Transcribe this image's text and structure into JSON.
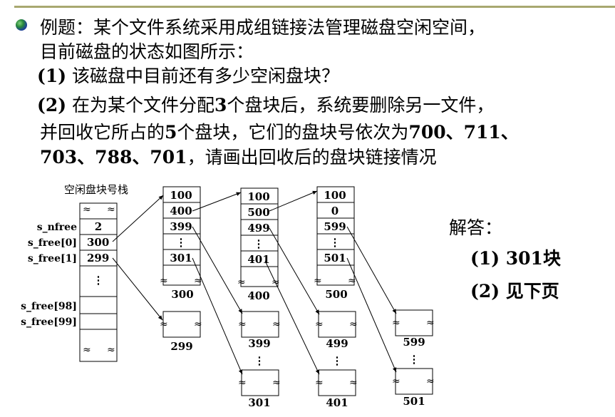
{
  "question": {
    "line1": "例题：某个文件系统采用成组链接法管理磁盘空闲空间，",
    "line2": "目前磁盘的状态如图所示：",
    "p1_label": "(1)",
    "p1_text": " 该磁盘中目前还有多少空闲盘块？",
    "p2_label": "(2)",
    "p2_text_a": " 在为某个文件分配",
    "p2_num": "3",
    "p2_text_b": "个盘块后，系统要删除另一文件，",
    "line5_a": "并回收它所占的",
    "line5_num": "5",
    "line5_b": "个盘块，它们的盘块号依次为",
    "line5_nums": "700、711、",
    "line6_nums": "703、788、701",
    "line6_text": "，请画出回收后的盘块链接情况"
  },
  "stack": {
    "title": "空闲盘块号栈",
    "labels": [
      "s_nfree",
      "s_free[0]",
      "s_free[1]",
      "s_free[98]",
      "s_free[99]"
    ],
    "values": [
      "2",
      "300",
      "299"
    ],
    "dots": "⋮"
  },
  "groups": [
    {
      "block": "300",
      "cells": [
        "100",
        "400",
        "399",
        "⋮",
        "301"
      ]
    },
    {
      "block": "400",
      "cells": [
        "100",
        "500",
        "499",
        "⋮",
        "401"
      ]
    },
    {
      "block": "500",
      "cells": [
        "100",
        "0",
        "599",
        "⋮",
        "501"
      ]
    }
  ],
  "small_blocks": [
    "299",
    "399",
    "⋮",
    "301",
    "499",
    "⋮",
    "401",
    "599",
    "⋮",
    "501"
  ],
  "wave": "≈",
  "answer": {
    "title": "解答：",
    "a1": "(1) 301块",
    "a2": "(2) 见下页"
  }
}
